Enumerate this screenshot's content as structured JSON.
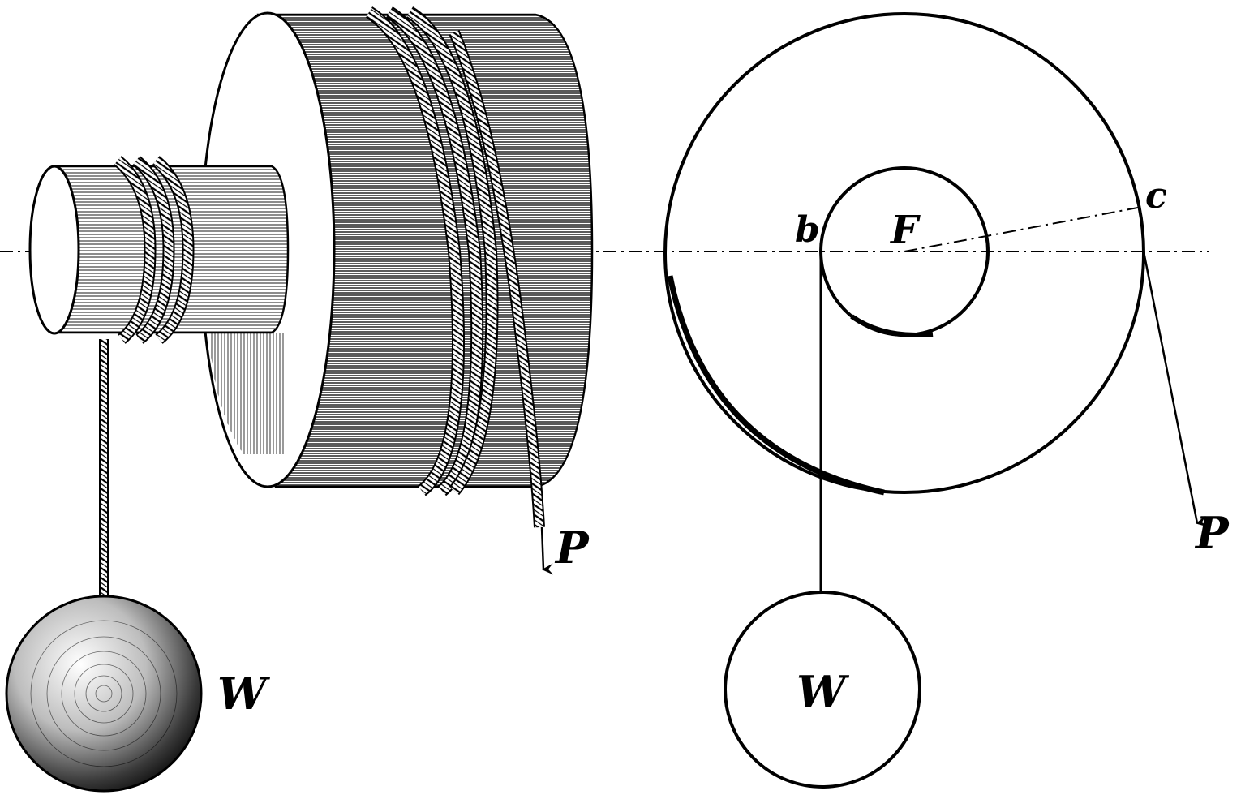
{
  "diagram": {
    "labels": {
      "left_weight": "W",
      "left_force": "P",
      "right_weight": "W",
      "right_force": "P",
      "point_b": "b",
      "point_c": "c",
      "fulcrum": "F"
    },
    "colors": {
      "ink": "#000000",
      "paper": "#ffffff"
    }
  }
}
